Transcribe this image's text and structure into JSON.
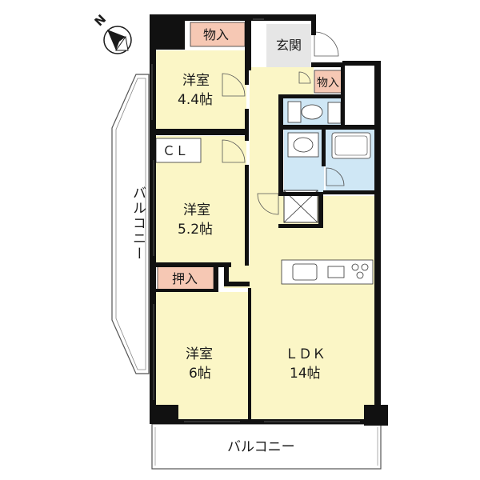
{
  "compass": {
    "letter": "N"
  },
  "rooms": {
    "western_room_1": {
      "name": "洋室",
      "size": "4.4帖"
    },
    "western_room_2": {
      "name": "洋室",
      "size": "5.2帖"
    },
    "western_room_3": {
      "name": "洋室",
      "size": "6帖"
    },
    "ldk": {
      "name": "ＬＤＫ",
      "size": "14帖"
    },
    "closet": {
      "name": "ＣＬ"
    },
    "storage_top": {
      "name": "物入"
    },
    "storage_right": {
      "name": "物入"
    },
    "oshiire": {
      "name": "押入"
    },
    "entrance": {
      "name": "玄関"
    }
  },
  "balconies": {
    "left": {
      "label": "バルコニー"
    },
    "bottom": {
      "label": "バルコニー"
    }
  },
  "colors": {
    "room_fill": "#fbf6c6",
    "wet_area_fill": "#cfe7f5",
    "storage_label_fill": "#f6c8b4",
    "entrance_fill": "#e6e6e6",
    "wall": "#111111"
  }
}
